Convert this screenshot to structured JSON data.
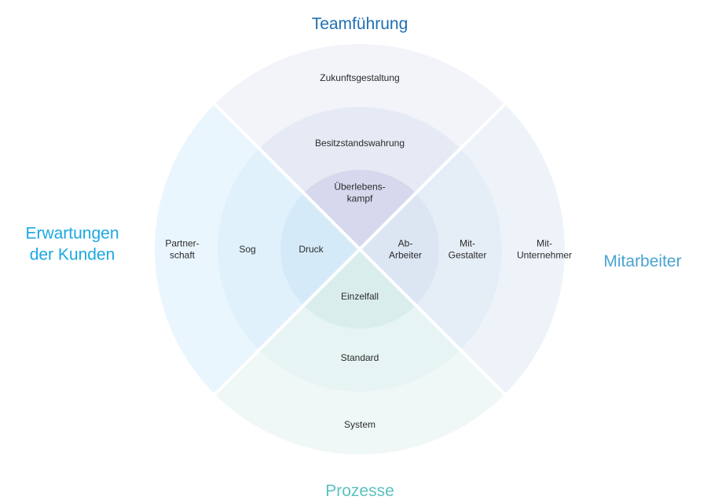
{
  "diagram": {
    "title": "Quadrant ring diagram",
    "axes": [
      {
        "key": "top",
        "label_lines": [
          "Teamführung"
        ],
        "color": "#1f6fb2"
      },
      {
        "key": "right",
        "label_lines": [
          "Mitarbeiter"
        ],
        "color": "#4aa3d0"
      },
      {
        "key": "bottom",
        "label_lines": [
          "Prozesse"
        ],
        "color": "#5cc1c0"
      },
      {
        "key": "left",
        "label_lines": [
          "Erwartungen",
          "der Kunden"
        ],
        "color": "#1ba8e3"
      }
    ],
    "quadrants": [
      {
        "key": "top",
        "rings": [
          {
            "level": "inner",
            "label_lines": [
              "Überlebens-",
              "kampf"
            ],
            "fill": "#d6d9ee"
          },
          {
            "level": "middle",
            "label_lines": [
              "Besitzstandswahrung"
            ],
            "fill": "#e6eaf5"
          },
          {
            "level": "outer",
            "label_lines": [
              "Zukunftsgestaltung"
            ],
            "fill": "#f2f4f9"
          }
        ]
      },
      {
        "key": "right",
        "rings": [
          {
            "level": "inner",
            "label_lines": [
              "Ab-",
              "Arbeiter"
            ],
            "fill": "#dce6f3"
          },
          {
            "level": "middle",
            "label_lines": [
              "Mit-",
              "Gestalter"
            ],
            "fill": "#e5edf7"
          },
          {
            "level": "outer",
            "label_lines": [
              "Mit-",
              "Unternehmer"
            ],
            "fill": "#edf3f9"
          }
        ]
      },
      {
        "key": "bottom",
        "rings": [
          {
            "level": "inner",
            "label_lines": [
              "Einzelfall"
            ],
            "fill": "#d9eeec"
          },
          {
            "level": "middle",
            "label_lines": [
              "Standard"
            ],
            "fill": "#e6f4f4"
          },
          {
            "level": "outer",
            "label_lines": [
              "System"
            ],
            "fill": "#f0f7f7"
          }
        ]
      },
      {
        "key": "left",
        "rings": [
          {
            "level": "inner",
            "label_lines": [
              "Druck"
            ],
            "fill": "#d5eaf9"
          },
          {
            "level": "middle",
            "label_lines": [
              "Sog"
            ],
            "fill": "#e0f1fc"
          },
          {
            "level": "outer",
            "label_lines": [
              "Partner-",
              "schaft"
            ],
            "fill": "#eaf6fd"
          }
        ]
      }
    ],
    "separator_color": "#ffffff"
  }
}
